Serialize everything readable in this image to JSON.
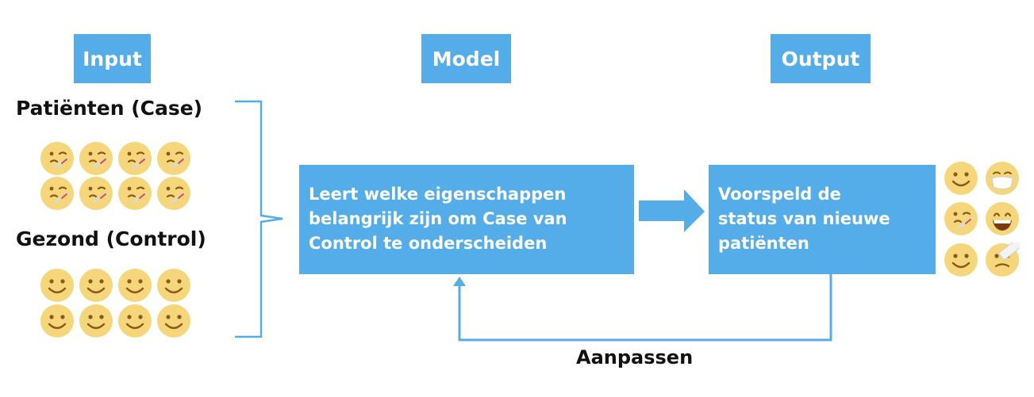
{
  "headers": {
    "input": "Input",
    "model": "Model",
    "output": "Output"
  },
  "groups": {
    "patients": "Patiënten (Case)",
    "healthy": "Gezond (Control)"
  },
  "model_box": {
    "lines": [
      "Leert welke eigenschappen",
      "belangrijk zijn om Case van",
      "Control te onderscheiden"
    ]
  },
  "output_box": {
    "lines": [
      "Voorspeld de",
      "status van nieuwe",
      "patiënten"
    ]
  },
  "feedback_label": "Aanpassen",
  "colors": {
    "accent": "#54ace8",
    "emoji_face": "#f5d67a"
  },
  "icons": {
    "patients": "sick-thermometer-face-icon",
    "healthy": "smiling-face-icon",
    "output": [
      "smiling-face-icon",
      "medical-mask-face-icon",
      "sick-thermometer-face-icon",
      "grinning-face-icon",
      "smiling-face-icon",
      "bandaged-face-icon"
    ]
  }
}
